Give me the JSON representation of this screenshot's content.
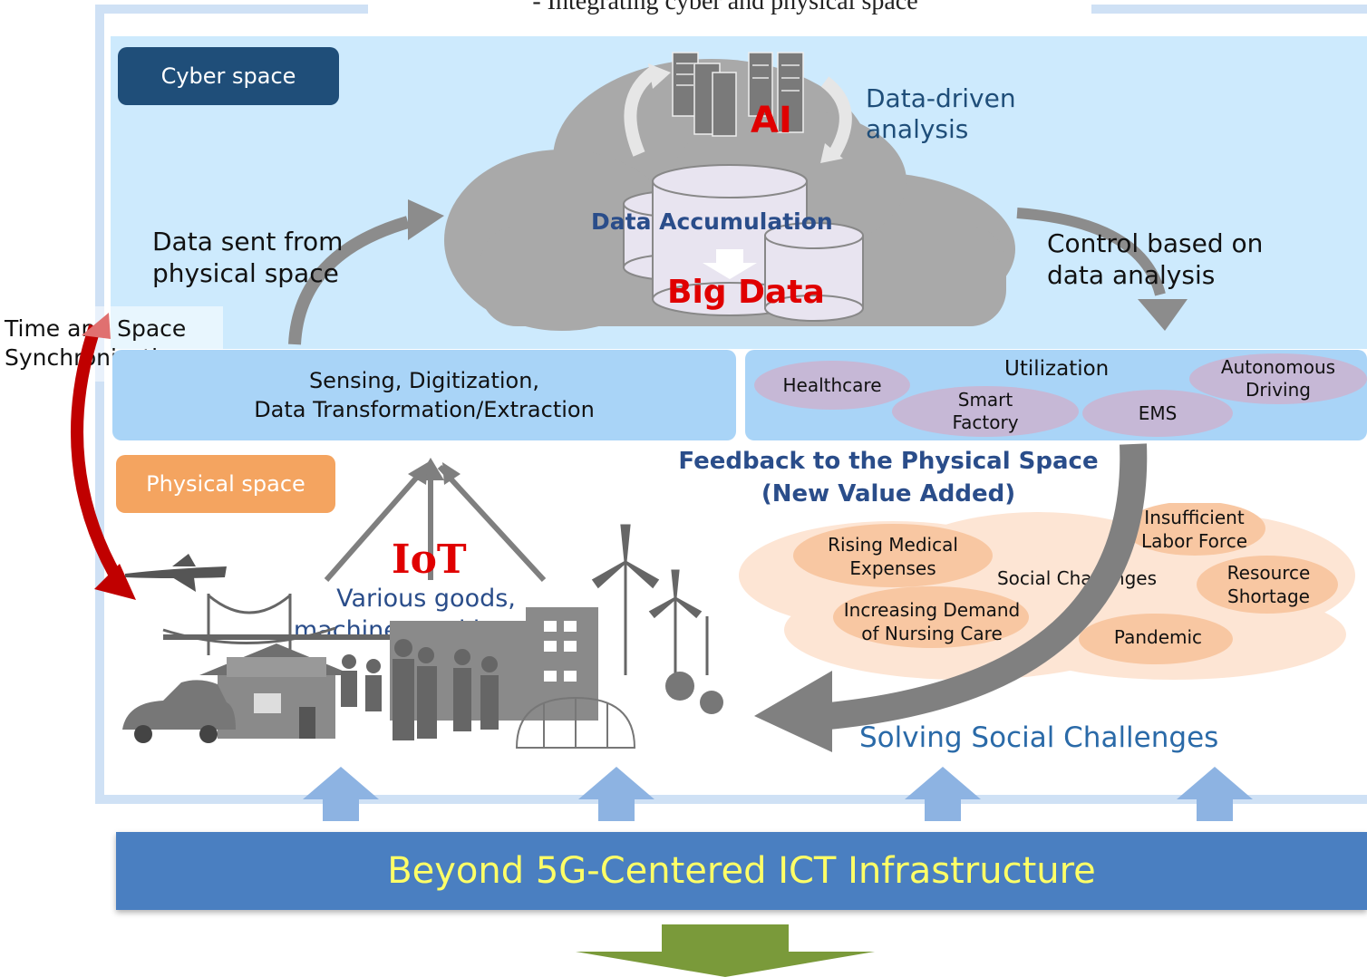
{
  "header": {
    "subtitle": "- Integrating cyber and physical space"
  },
  "cyber": {
    "label": "Cyber space",
    "data_driven": [
      "Data-driven",
      "analysis"
    ],
    "ai": "AI",
    "data_accumulation": "Data Accumulation",
    "big_data": "Big Data",
    "data_sent": [
      "Data sent from",
      "physical space"
    ],
    "control": [
      "Control based on",
      "data analysis"
    ]
  },
  "sync": [
    "Time and Space",
    "Synchronization"
  ],
  "sensing": [
    "Sensing, Digitization,",
    "Data Transformation/Extraction"
  ],
  "utilization": {
    "title": "Utilization",
    "healthcare": "Healthcare",
    "smart_factory": [
      "Smart",
      "Factory"
    ],
    "ems": "EMS",
    "autonomous": [
      "Autonomous",
      "Driving"
    ]
  },
  "physical": {
    "label": "Physical space",
    "iot": "IoT",
    "iot_sub": [
      "Various goods,",
      "machines and human"
    ]
  },
  "feedback": [
    "Feedback to the Physical Space",
    "(New Value Added)"
  ],
  "social": {
    "rising": [
      "Rising Medical",
      "Expenses"
    ],
    "labor": [
      "Insufficient",
      "Labor Force"
    ],
    "center": "Social Challenges",
    "resource": [
      "Resource",
      "Shortage"
    ],
    "nursing": [
      "Increasing Demand",
      "of Nursing Care"
    ],
    "pandemic": "Pandemic",
    "solving": "Solving Social Challenges"
  },
  "infrastructure": "Beyond 5G-Centered ICT Infrastructure",
  "colors": {
    "cyber_bg": "#cdeafd",
    "navy": "#1f4e79",
    "orange": "#f4a460",
    "red": "#e00000",
    "infra": "#4a7fc1",
    "infra_text": "#ffff66",
    "green": "#7a9a3a"
  }
}
